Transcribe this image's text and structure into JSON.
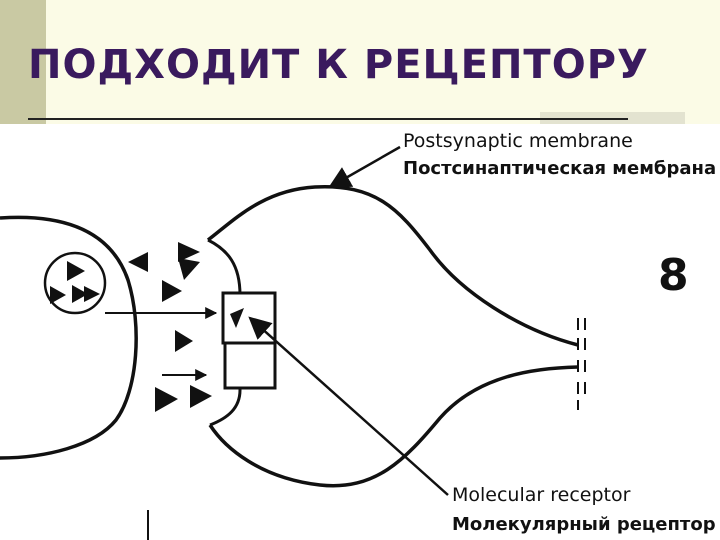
{
  "slide": {
    "title": "ПОДХОДИТ К РЕЦЕПТОРУ",
    "number": "8"
  },
  "labels": {
    "membrane_en": "Postsynaptic membrane",
    "membrane_ru": "Постсинаптическая мембрана",
    "receptor_en": "Molecular receptor",
    "receptor_ru": "Молекулярный рецептор"
  },
  "colors": {
    "title_text": "#3a1a5e",
    "title_band": "#fbfbe6",
    "left_bar": "#c9c9a3"
  }
}
